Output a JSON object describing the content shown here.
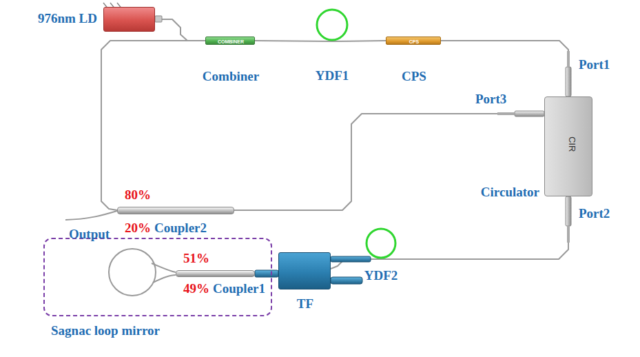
{
  "diagram": {
    "nodes": [
      {
        "text": [
          "976nm LD"
        ]
      },
      {
        "text": [
          "COMBINER",
          "Combiner"
        ]
      },
      {
        "text": [
          "YDF1"
        ]
      },
      {
        "text": [
          "CPS",
          "CPS"
        ]
      },
      {
        "text": [
          "CIR",
          "Circulator"
        ]
      },
      {
        "text": [
          "80%",
          "20%",
          "Coupler2"
        ]
      },
      {
        "text": [
          "YDF2"
        ]
      },
      {
        "text": [
          "TF"
        ]
      },
      {
        "text": [
          "Sagnac loop mirror"
        ]
      },
      {
        "text": [
          "51%",
          "49%",
          "Coupler1"
        ],
        "in": 8
      }
    ],
    "edges": [
      {
        "from": 0,
        "to": 1,
        "arrow": "none"
      },
      {
        "from": 1,
        "to": 2,
        "arrow": "none"
      },
      {
        "from": 2,
        "to": 3,
        "arrow": "none"
      },
      {
        "from": 3,
        "to": 4,
        "arrow": "none"
      },
      {
        "from": 4,
        "to": 6,
        "arrow": "none"
      },
      {
        "from": 6,
        "to": 7,
        "arrow": "none"
      },
      {
        "from": 7,
        "to": 9,
        "arrow": "none"
      },
      {
        "from": 4,
        "to": 5,
        "arrow": "none"
      },
      {
        "from": 5,
        "to": 1,
        "arrow": "none"
      }
    ],
    "labels": [
      "Port1",
      "Port3",
      "Port2",
      "Output"
    ]
  }
}
